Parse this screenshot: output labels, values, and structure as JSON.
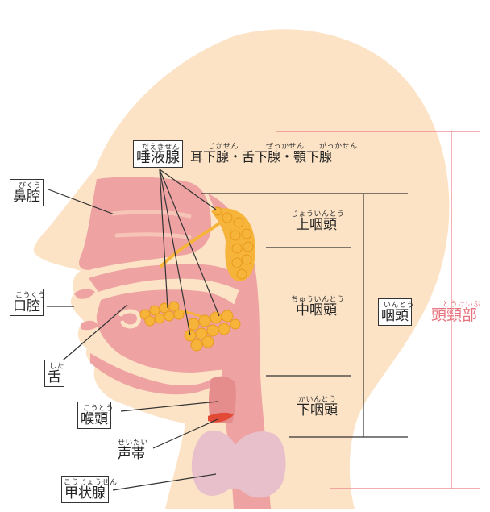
{
  "labels": {
    "saliva": {
      "ruby": "だえきせん",
      "text": "唾液腺"
    },
    "saliva_detail": {
      "ruby1": "じかせん",
      "ruby2": "ぜっかせん",
      "ruby3": "がっかせん",
      "text": "耳下腺・舌下腺・顎下腺"
    },
    "nasal": {
      "ruby": "びくう",
      "text": "鼻腔"
    },
    "oral": {
      "ruby": "こうくう",
      "text": "口腔"
    },
    "tongue": {
      "ruby": "した",
      "text": "舌"
    },
    "larynx": {
      "ruby": "こうとう",
      "text": "喉頭"
    },
    "vocal_cords": {
      "ruby": "せいたい",
      "text": "声帯"
    },
    "thyroid": {
      "ruby": "こうじょうせん",
      "text": "甲状腺"
    },
    "epipharynx": {
      "ruby": "じょういんとう",
      "text": "上咽頭"
    },
    "mesopharynx": {
      "ruby": "ちゅういんとう",
      "text": "中咽頭"
    },
    "hypopharynx": {
      "ruby": "かいんとう",
      "text": "下咽頭"
    },
    "pharynx": {
      "ruby": "いんとう",
      "text": "咽頭"
    },
    "head_neck": {
      "ruby": "とうけいぶ",
      "text": "頭頸部"
    }
  },
  "colors": {
    "skin": "#fce3c6",
    "tissue": "#eea2a2",
    "dark_tissue": "#e58c8c",
    "gland": "#f6b43a",
    "gland_dark": "#e89a1c",
    "thyroid": "#e7c0cb",
    "vocal": "#e24a35",
    "pink_line": "#ec7d86",
    "line": "#333333"
  }
}
